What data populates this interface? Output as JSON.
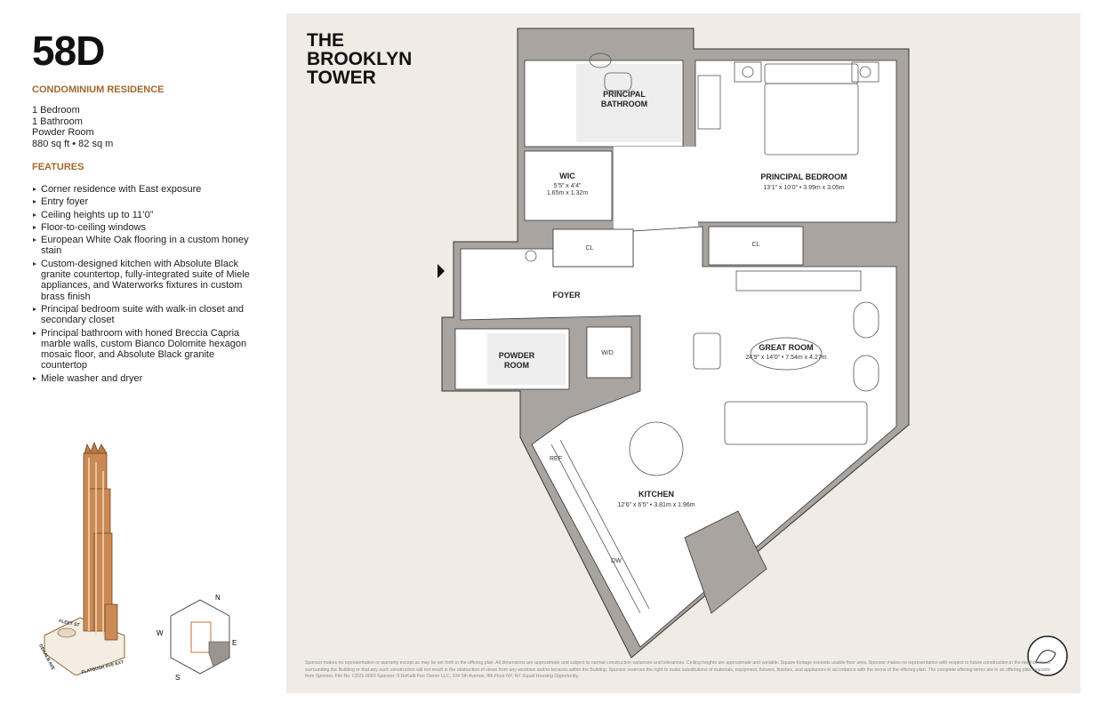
{
  "unit": "58D",
  "residence_type": "CONDOMINIUM RESIDENCE",
  "stats": [
    "1 Bedroom",
    "1 Bathroom",
    "Powder Room",
    "880 sq ft • 82 sq m"
  ],
  "features_heading": "FEATURES",
  "features": [
    "Corner residence with East exposure",
    "Entry foyer",
    "Ceiling heights up to 11’0”",
    "Floor-to-ceiling windows",
    "European White Oak flooring in a custom honey stain",
    "Custom-designed kitchen with Absolute Black granite countertop, fully-integrated suite of Miele appliances, and Waterworks fixtures in custom brass finish",
    "Principal bedroom suite with walk-in closet and secondary closet",
    "Principal bathroom with honed Breccia Capria marble walls, custom Bianco Dolomite hexagon mosaic floor, and Absolute Black granite countertop",
    "Miele washer and dryer"
  ],
  "brand": [
    "THE",
    "BROOKLYN",
    "TOWER"
  ],
  "rooms": {
    "principal_bathroom": "PRINCIPAL BATHROOM",
    "wic": {
      "name": "WIC",
      "dim1": "5’5” x 4’4”",
      "dim2": "1.65m x 1.32m"
    },
    "principal_bedroom": {
      "name": "PRINCIPAL BEDROOM",
      "dim": "13’1” x 10’0” • 3.99m x 3.05m"
    },
    "cl": "CL",
    "foyer": "FOYER",
    "powder_room": "POWDER ROOM",
    "wd": "W/D",
    "great_room": {
      "name": "GREAT ROOM",
      "dim": "24’9” x 14’0” • 7.54m x 4.27m"
    },
    "kitchen": {
      "name": "KITCHEN",
      "dim": "12’6” x 6’5” • 3.81m x 1.96m"
    },
    "ref": "REF",
    "dw": "DW"
  },
  "key_plan": {
    "n": "N",
    "s": "S",
    "e": "E",
    "w": "W"
  },
  "building_streets": [
    "FLEET ST",
    "DEKALB AVE",
    "FLATBUSH AVE EXT"
  ],
  "colors": {
    "accent": "#a0692e",
    "wall": "#a9a49f",
    "panel": "#f1ebe5",
    "building": "#b97a45"
  },
  "disclaimer": "Sponsor makes no representation or warranty except as may be set forth in the offering plan. All dimensions are approximate and subject to normal construction variances and tolerances. Ceiling heights are approximate and variable. Square footage exceeds usable floor area. Sponsor makes no representation with respect to future construction in the neighborhood surrounding the Building or that any such construction will not result in the obstruction of views from any windows and/or terraces within the Building. Sponsor reserves the right to make substitutions of materials, equipment, fixtures, finishes, and appliances in accordance with the terms of the offering plan. The complete offering terms are in an offering plan available from Sponsor. File No. CD21-0093 Sponsor: 9 DeKalb Fee Owner LLC, 104 5th Avenue, 9th Floor NY, NY. Equal Housing Opportunity."
}
